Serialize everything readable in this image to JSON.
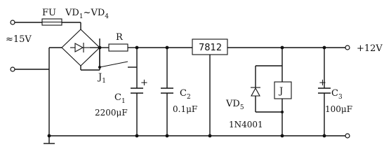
{
  "labels": {
    "fuse": "FU",
    "diodes_main": "VD",
    "diodes_sub1": "1",
    "diodes_range": "~VD",
    "diodes_sub2": "4",
    "input_voltage": "≈15V",
    "resistor": "R",
    "switch_main": "J",
    "switch_sub": "1",
    "c1_main": "C",
    "c1_sub": "1",
    "c1_value": "2200μF",
    "c2_main": "C",
    "c2_sub": "2",
    "c2_value": "0.1μF",
    "regulator": "7812",
    "vd5_main": "VD",
    "vd5_sub": "5",
    "vd5_part": "1N4001",
    "relay": "J",
    "c3_main": "C",
    "c3_sub": "3",
    "c3_value": "100μF",
    "output_voltage": "+12V",
    "plus_c1": "+",
    "plus_c3": "+"
  }
}
